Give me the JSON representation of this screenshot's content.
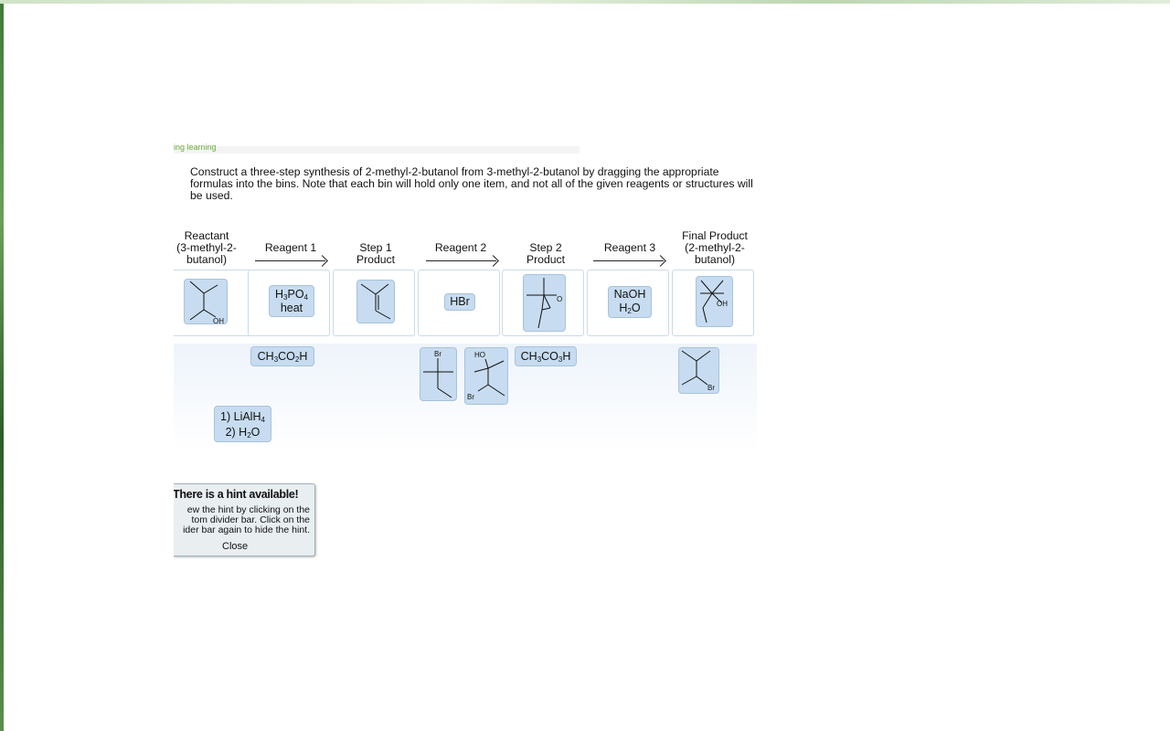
{
  "header": {
    "logo_text": "ing learning"
  },
  "instructions": "Construct a three-step synthesis of 2-methyl-2-butanol from 3-methyl-2-butanol by dragging the appropriate formulas into the bins. Note that each bin will hold only one item, and not all of the given reagents or structures will be used.",
  "columns": {
    "reactant": {
      "line1": "Reactant",
      "line2": "(3-methyl-2-",
      "line3": "butanol)"
    },
    "reagent1": "Reagent 1",
    "step1": {
      "line1": "Step 1",
      "line2": "Product"
    },
    "reagent2": "Reagent 2",
    "step2": {
      "line1": "Step 2",
      "line2": "Product"
    },
    "reagent3": "Reagent 3",
    "final": {
      "line1": "Final Product",
      "line2": "(2-methyl-2-",
      "line3": "butanol)"
    }
  },
  "bins": {
    "reagent1": {
      "line1_main": "H",
      "line1_sub1": "3",
      "line1_mid": "PO",
      "line1_sub2": "4",
      "line2": "heat"
    },
    "reagent2": "HBr",
    "reagent3": {
      "line1": "NaOH",
      "line2_main": "H",
      "line2_sub": "2",
      "line2_end": "O"
    }
  },
  "structure_labels": {
    "oh": "OH",
    "ho": "HO",
    "br": "Br",
    "o": "O"
  },
  "tray": {
    "acetic_acid": {
      "a": "CH",
      "s1": "3",
      "b": "CO",
      "s2": "2",
      "c": "H"
    },
    "peracetic_acid": {
      "a": "CH",
      "s1": "3",
      "b": "CO",
      "s2": "3",
      "c": "H"
    },
    "lialh4": {
      "line1_main": "1) LiAlH",
      "line1_sub": "4",
      "line2_main": "2) H",
      "line2_sub": "2",
      "line2_end": "O"
    }
  },
  "hint": {
    "title": "There is a hint available!",
    "body": "ew the hint by clicking on the\ntom divider bar. Click on the\nider bar again to hide the hint.",
    "close_label": "Close"
  }
}
